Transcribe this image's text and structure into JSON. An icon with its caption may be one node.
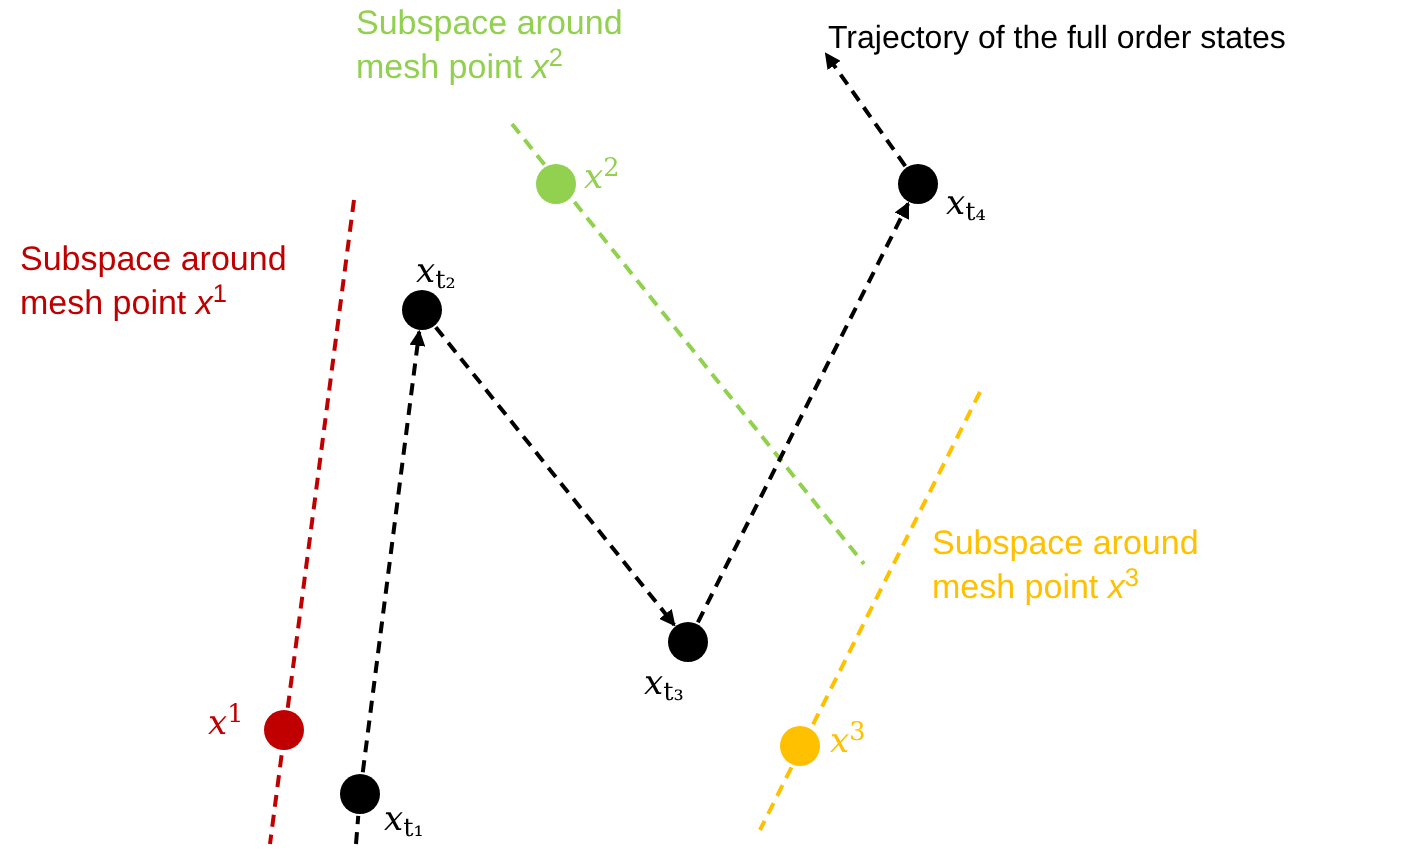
{
  "diagram": {
    "nodes": [
      {
        "text": [],
        "shape": "circle",
        "beside": [
          "*x*$^{1}$"
        ]
      },
      {
        "text": [],
        "shape": "circle",
        "beside": [
          "*x*$^{2}$"
        ]
      },
      {
        "text": [],
        "shape": "circle",
        "beside": [
          "*x*$^{3}$"
        ]
      },
      {
        "text": [],
        "shape": "circle",
        "beside": [
          "*x*$_{t₁}$"
        ]
      },
      {
        "text": [],
        "shape": "circle",
        "beside": [
          "*x*$_{t₂}$"
        ]
      },
      {
        "text": [],
        "shape": "circle",
        "beside": [
          "*x*$_{t₃}$"
        ]
      },
      {
        "text": [],
        "shape": "circle",
        "beside": [
          "*x*$_{t₄}$"
        ]
      },
      {
        "text": [
          "Trajectory of the full order states"
        ]
      }
    ],
    "edges": [
      {
        "from": null,
        "to": 3,
        "arrow": "none",
        "style": "dashed"
      },
      {
        "from": 3,
        "to": 4,
        "arrow": "to",
        "style": "dashed"
      },
      {
        "from": 4,
        "to": 5,
        "arrow": "to",
        "style": "dashed"
      },
      {
        "from": 5,
        "to": 6,
        "arrow": "to",
        "style": "dashed"
      },
      {
        "from": 6,
        "to": 7,
        "arrow": "to",
        "style": "dashed"
      }
    ],
    "labels": [
      "Subspace around mesh point *x*$^{2}$",
      "Subspace around mesh point *x*$^{1}$",
      "Subspace around mesh point *x*$^{3}$"
    ]
  }
}
